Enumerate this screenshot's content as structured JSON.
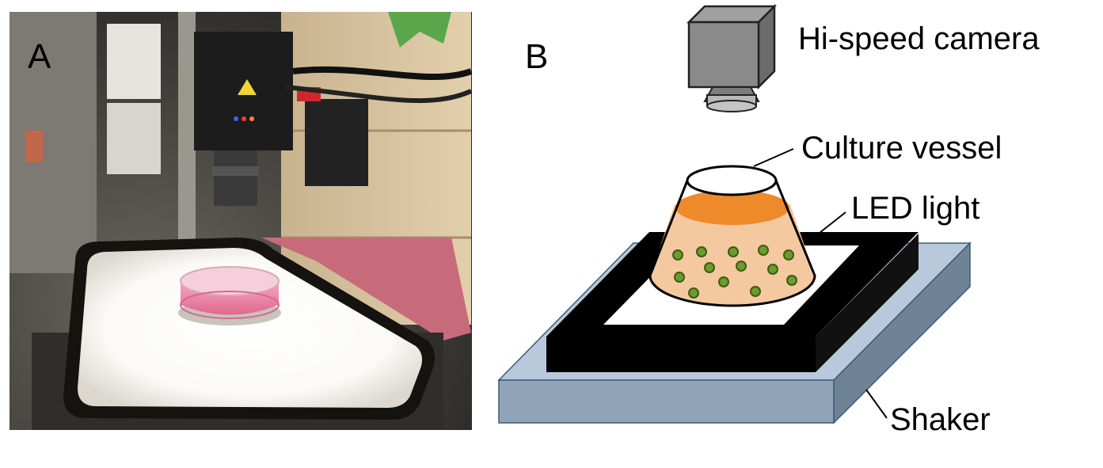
{
  "panel_a": {
    "letter": "A"
  },
  "panel_b": {
    "letter": "B",
    "labels": {
      "camera": "Hi-speed camera",
      "vessel": "Culture vessel",
      "led": "LED light",
      "shaker": "Shaker"
    }
  },
  "colors": {
    "shaker_top": "#b8c9dc",
    "shaker_front": "#8fa4b8",
    "shaker_side": "#6f8396",
    "led_frame": "#000000",
    "led_panel": "#ffffff",
    "medium": "#f5c9a0",
    "meniscus": "#ee8a2a",
    "cells": "#6b9c2c",
    "camera_body": "#808080",
    "lens": "#b0b0b0"
  }
}
